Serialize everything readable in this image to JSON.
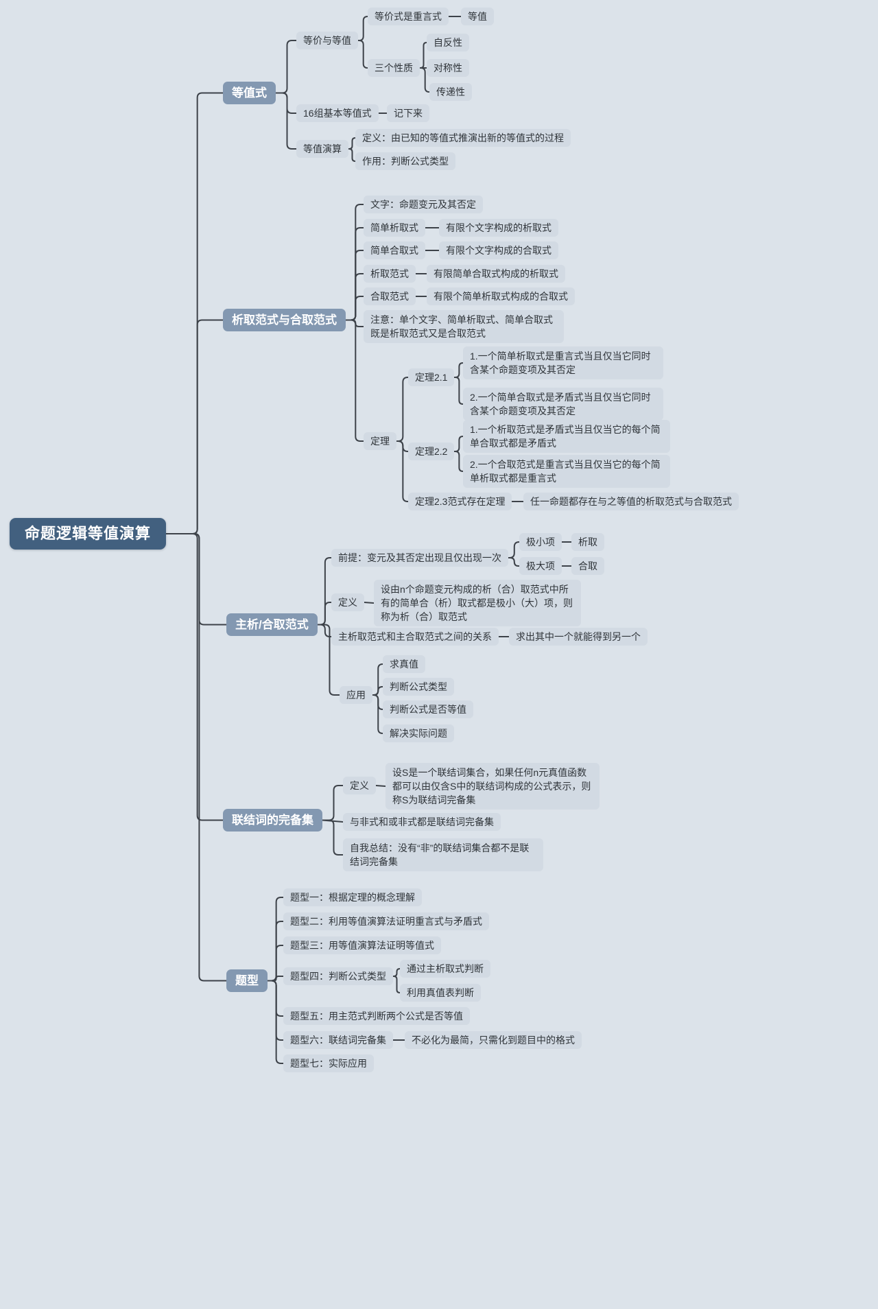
{
  "root": {
    "label": "命题逻辑等值演算"
  },
  "b1": {
    "label": "等值式",
    "equiv": "等价与等值",
    "tautology": "等价式是重言式",
    "equal": "等值",
    "three_props": "三个性质",
    "reflexive": "自反性",
    "symmetric": "对称性",
    "transitive": "传递性",
    "basic16": "16组基本等值式",
    "memorize": "记下来",
    "calc": "等值演算",
    "calc_def": "定义：由已知的等值式推演出新的等值式的过程",
    "calc_use": "作用：判断公式类型"
  },
  "b2": {
    "label": "析取范式与合取范式",
    "literal": "文字：命题变元及其否定",
    "simple_disj": "简单析取式",
    "simple_disj_def": "有限个文字构成的析取式",
    "simple_conj": "简单合取式",
    "simple_conj_def": "有限个文字构成的合取式",
    "dnf": "析取范式",
    "dnf_def": "有限简单合取式构成的析取式",
    "cnf": "合取范式",
    "cnf_def": "有限个简单析取式构成的合取式",
    "note": "注意：单个文字、简单析取式、简单合取式既是析取范式又是合取范式",
    "theorem": "定理",
    "t21": "定理2.1",
    "t21_1": "1.一个简单析取式是重言式当且仅当它同时含某个命题变项及其否定",
    "t21_2": "2.一个简单合取式是矛盾式当且仅当它同时含某个命题变项及其否定",
    "t22": "定理2.2",
    "t22_1": "1.一个析取范式是矛盾式当且仅当它的每个简单合取式都是矛盾式",
    "t22_2": "2.一个合取范式是重言式当且仅当它的每个简单析取式都是重言式",
    "t23": "定理2.3范式存在定理",
    "t23_def": "任一命题都存在与之等值的析取范式与合取范式"
  },
  "b3": {
    "label": "主析/合取范式",
    "premise": "前提：变元及其否定出现且仅出现一次",
    "minterm": "极小项",
    "minterm_op": "析取",
    "maxterm": "极大项",
    "maxterm_op": "合取",
    "def": "定义",
    "def_text": "设由n个命题变元构成的析（合）取范式中所有的简单合（析）取式都是极小（大）项，则称为析（合）取范式",
    "relation": "主析取范式和主合取范式之间的关系",
    "relation_note": "求出其中一个就能得到另一个",
    "apply": "应用",
    "apply_1": "求真值",
    "apply_2": "判断公式类型",
    "apply_3": "判断公式是否等值",
    "apply_4": "解决实际问题"
  },
  "b4": {
    "label": "联结词的完备集",
    "def": "定义",
    "def_text": "设S是一个联结词集合，如果任何n元真值函数都可以由仅含S中的联结词构成的公式表示，则称S为联结词完备集",
    "nand_nor": "与非式和或非式都是联结词完备集",
    "summary": "自我总结：没有“非”的联结词集合都不是联结词完备集"
  },
  "b5": {
    "label": "题型",
    "t1": "题型一：根据定理的概念理解",
    "t2": "题型二：利用等值演算法证明重言式与矛盾式",
    "t3": "题型三：用等值演算法证明等值式",
    "t4": "题型四：判断公式类型",
    "t4_1": "通过主析取式判断",
    "t4_2": "利用真值表判断",
    "t5": "题型五：用主范式判断两个公式是否等值",
    "t6": "题型六：联结词完备集",
    "t6_note": "不必化为最简，只需化到题目中的格式",
    "t7": "题型七：实际应用"
  },
  "colors": {
    "background": "#dce3ea",
    "node_background": "#d2dae3",
    "branch_background": "#8398b1",
    "root_background": "#42607f",
    "line": "#3d4249"
  }
}
